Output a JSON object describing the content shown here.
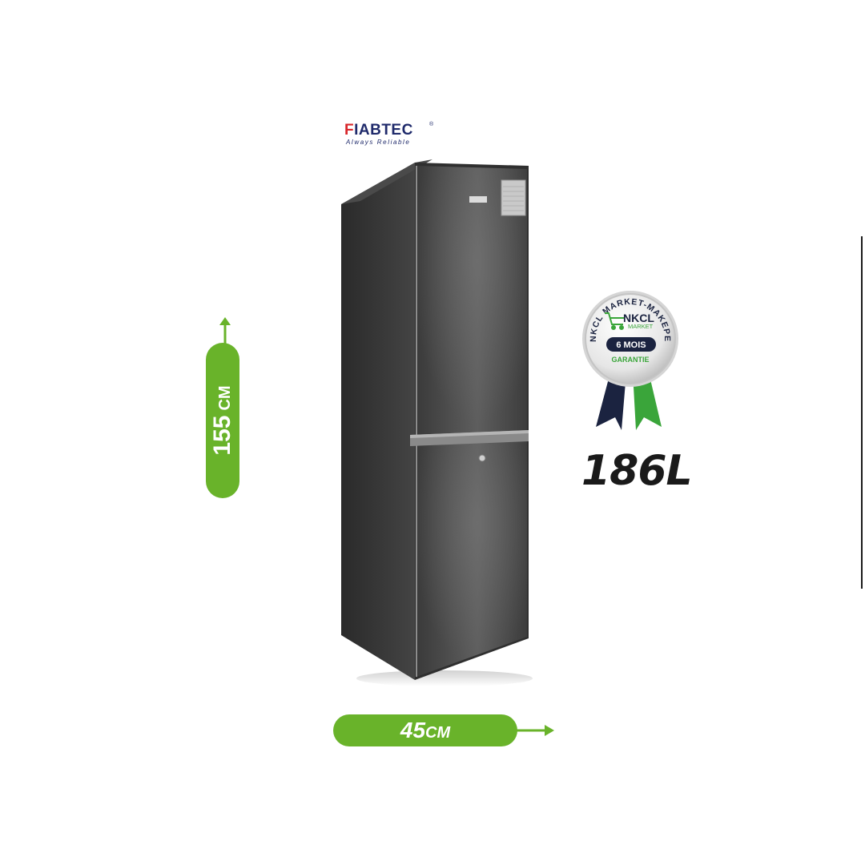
{
  "brand": {
    "name_first": "F",
    "name_rest": "IABTEC",
    "reg": "®",
    "tagline": "Always Reliable"
  },
  "product": {
    "capacity": "186L"
  },
  "dimensions": {
    "height_value": "155",
    "height_unit": "CM",
    "width_value": "45",
    "width_unit": "CM"
  },
  "badge": {
    "arc_text": "NKCL MARKET-MAKEPE",
    "logo_top": "NKCL",
    "logo_bottom": "MARKET",
    "duration": "6 MOIS",
    "label": "GARANTIE"
  },
  "colors": {
    "accent_green": "#69b32a",
    "brand_blue": "#1f2a6b",
    "brand_red": "#d8262b",
    "ribbon_navy": "#1b2340"
  }
}
